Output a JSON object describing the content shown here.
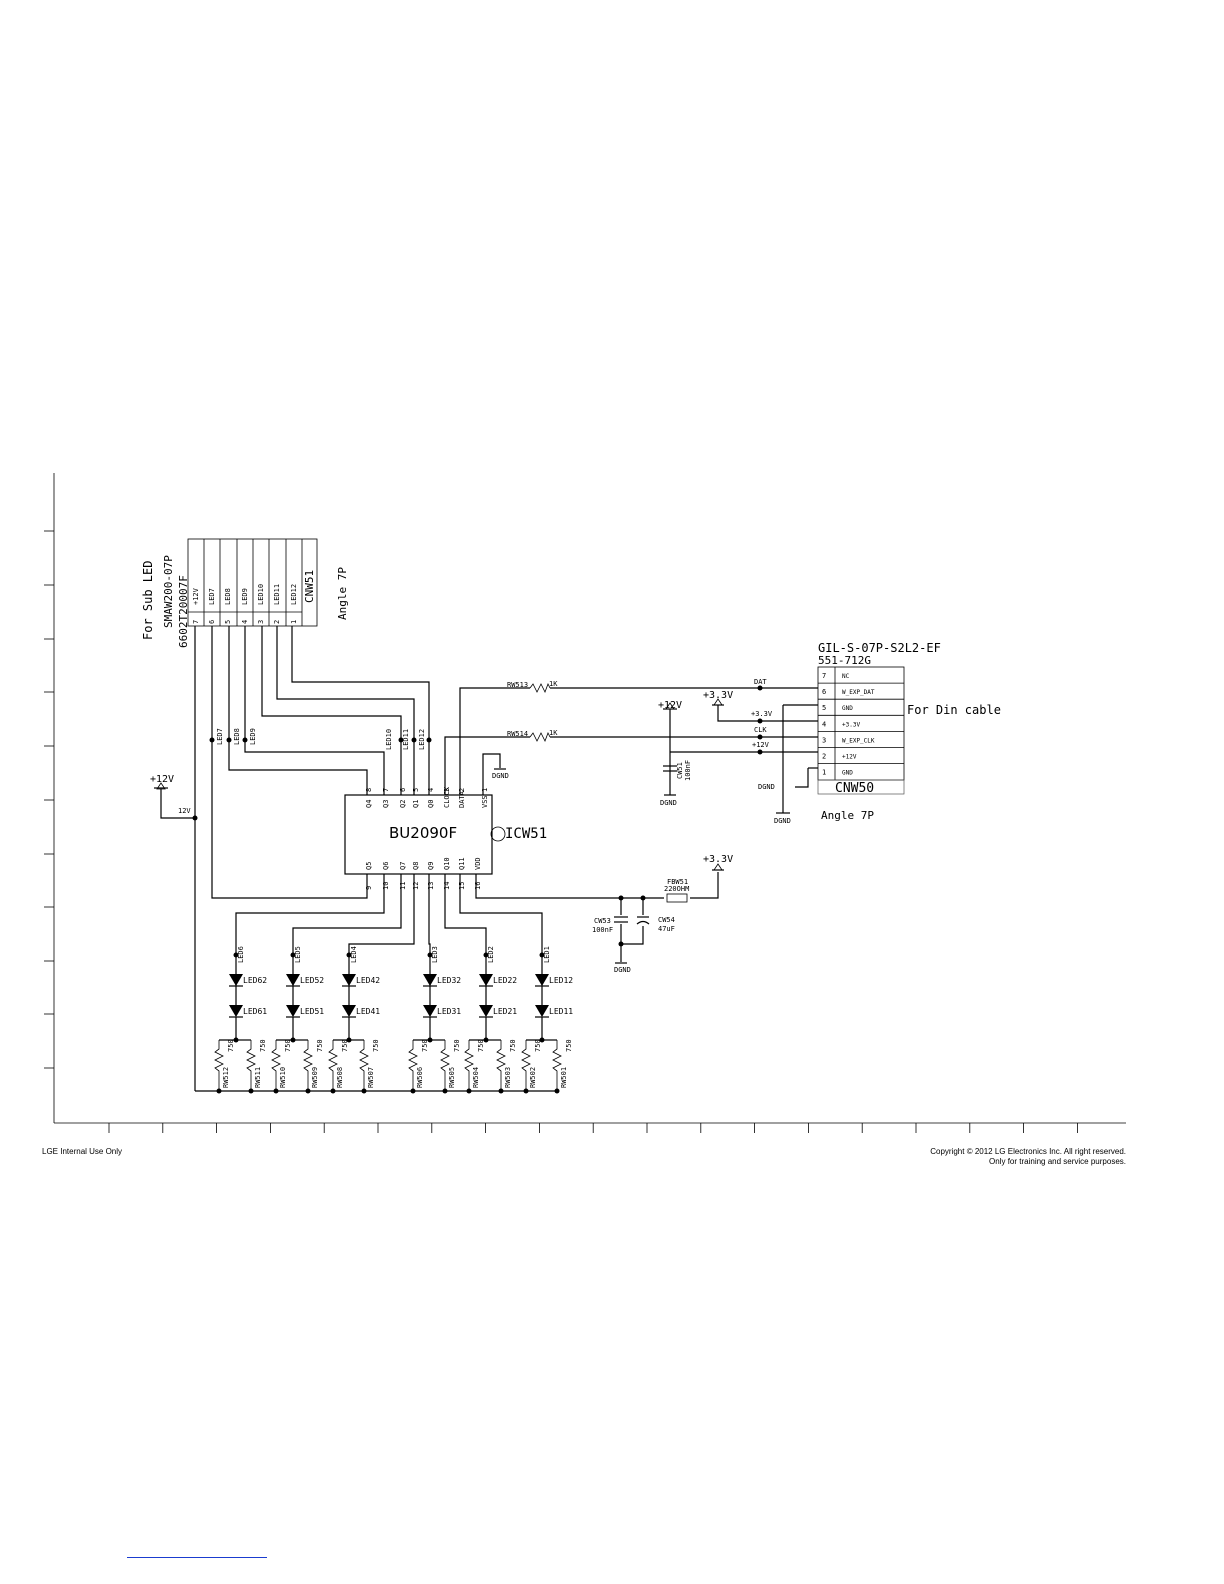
{
  "footer": {
    "left": "LGE Internal Use Only",
    "right_line1": "Copyright © 2012 LG Electronics Inc. All right reserved.",
    "right_line2": "Only for training and service purposes."
  },
  "cnw51": {
    "caption": "For Sub LED",
    "part1": "SMAW200-07P",
    "part2": "6602T20007F",
    "ref": "CNW51",
    "type": "Angle 7P",
    "pins": [
      "7",
      "6",
      "5",
      "4",
      "3",
      "2",
      "1"
    ],
    "signals": [
      "+12V",
      "LED7",
      "LED8",
      "LED9",
      "LED10",
      "LED11",
      "LED12"
    ]
  },
  "cnw50": {
    "part1": "GIL-S-07P-S2L2-EF",
    "part2": "551-712G",
    "ref": "CNW50",
    "type": "Angle 7P",
    "caption": "For Din cable",
    "pins": [
      "7",
      "6",
      "5",
      "4",
      "3",
      "2",
      "1"
    ],
    "signals": [
      "NC",
      "W_EXP_DAT",
      "GND",
      "+3.3V",
      "W_EXP_CLK",
      "+12V",
      "GND"
    ]
  },
  "ic": {
    "part": "BU2090F",
    "ref": "ICW51",
    "top_pins": [
      {
        "num": "8",
        "name": "Q4"
      },
      {
        "num": "7",
        "name": "Q3"
      },
      {
        "num": "6",
        "name": "Q2"
      },
      {
        "num": "5",
        "name": "Q1"
      },
      {
        "num": "4",
        "name": "Q0"
      },
      {
        "num": "3",
        "name": "CLOCK"
      },
      {
        "num": "2",
        "name": "DATA"
      },
      {
        "num": "1",
        "name": "VSS"
      }
    ],
    "bottom_pins": [
      {
        "num": "9",
        "name": "Q5"
      },
      {
        "num": "10",
        "name": "Q6"
      },
      {
        "num": "11",
        "name": "Q7"
      },
      {
        "num": "12",
        "name": "Q8"
      },
      {
        "num": "13",
        "name": "Q9"
      },
      {
        "num": "14",
        "name": "Q10"
      },
      {
        "num": "15",
        "name": "Q11"
      },
      {
        "num": "16",
        "name": "VDD"
      }
    ]
  },
  "nets": {
    "vcc12": "+12V",
    "vcc12_alt": "12V",
    "vcc33": "+3.3V",
    "gnd": "DGND",
    "dat": "DAT",
    "clk": "CLK",
    "led_nets_top": [
      "LED7",
      "LED8",
      "LED9",
      "LED10",
      "LED11",
      "LED12"
    ],
    "led_nets_bottom": [
      "LED6",
      "LED5",
      "LED4",
      "LED3",
      "LED2",
      "LED1"
    ]
  },
  "resistors": {
    "rw513": {
      "ref": "RW513",
      "value": "1K"
    },
    "rw514": {
      "ref": "RW514",
      "value": "1K"
    },
    "bank": [
      {
        "ref": "RW512",
        "value": "750"
      },
      {
        "ref": "RW511",
        "value": "750"
      },
      {
        "ref": "RW510",
        "value": "750"
      },
      {
        "ref": "RW509",
        "value": "750"
      },
      {
        "ref": "RW508",
        "value": "750"
      },
      {
        "ref": "RW507",
        "value": "750"
      },
      {
        "ref": "RW506",
        "value": "750"
      },
      {
        "ref": "RW505",
        "value": "750"
      },
      {
        "ref": "RW504",
        "value": "750"
      },
      {
        "ref": "RW503",
        "value": "750"
      },
      {
        "ref": "RW502",
        "value": "750"
      },
      {
        "ref": "RW501",
        "value": "750"
      }
    ]
  },
  "leds": {
    "upper": [
      "LED62",
      "LED52",
      "LED42",
      "LED32",
      "LED22",
      "LED12"
    ],
    "lower": [
      "LED61",
      "LED51",
      "LED41",
      "LED31",
      "LED21",
      "LED11"
    ]
  },
  "caps": {
    "cw51": {
      "ref": "CW51",
      "value": "100nF"
    },
    "cw53": {
      "ref": "CW53",
      "value": "100nF"
    },
    "cw54": {
      "ref": "CW54",
      "value": "47uF"
    }
  },
  "ferrite": {
    "ref": "FBW51",
    "value": "220OHM"
  }
}
